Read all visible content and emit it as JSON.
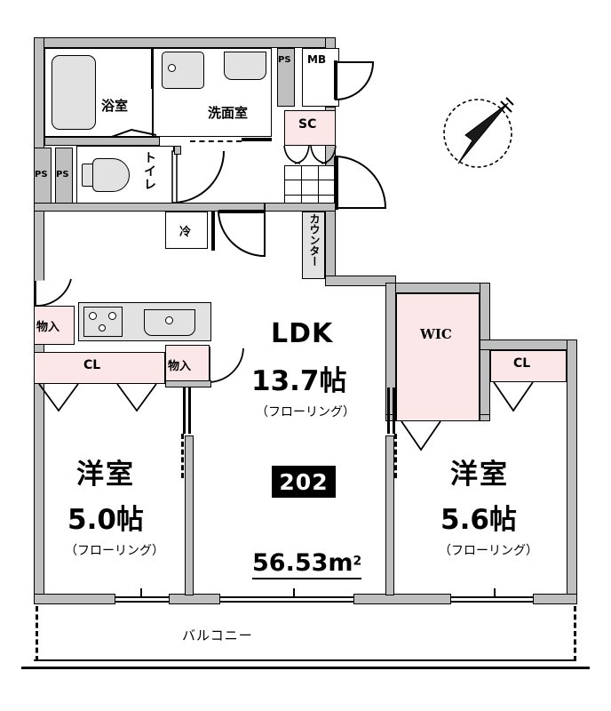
{
  "plan": {
    "unit_number": "202",
    "total_area": "56.53m",
    "area_superscript": "2",
    "compass": "north-arrow-icon"
  },
  "rooms": {
    "ldk": {
      "name": "LDK",
      "size": "13.7帖",
      "flooring": "（フローリング）"
    },
    "bedroom_left": {
      "name": "洋室",
      "size": "5.0帖",
      "flooring": "（フローリング）"
    },
    "bedroom_right": {
      "name": "洋室",
      "size": "5.6帖",
      "flooring": "（フローリング）"
    },
    "bathroom": {
      "name": "浴室"
    },
    "washroom": {
      "name": "洗面室"
    },
    "toilet": {
      "name": "トイレ"
    },
    "balcony": {
      "name": "バルコニー"
    }
  },
  "storage": {
    "sc": "SC",
    "mb": "MB",
    "wic": "WIC",
    "cl_left": "CL",
    "cl_right": "CL",
    "monoire_upper": "物入",
    "monoire_lower": "物入",
    "counter": "カウンター",
    "fridge": "冷",
    "ps_1": "PS",
    "ps_2": "PS",
    "ps_3": "PS"
  }
}
